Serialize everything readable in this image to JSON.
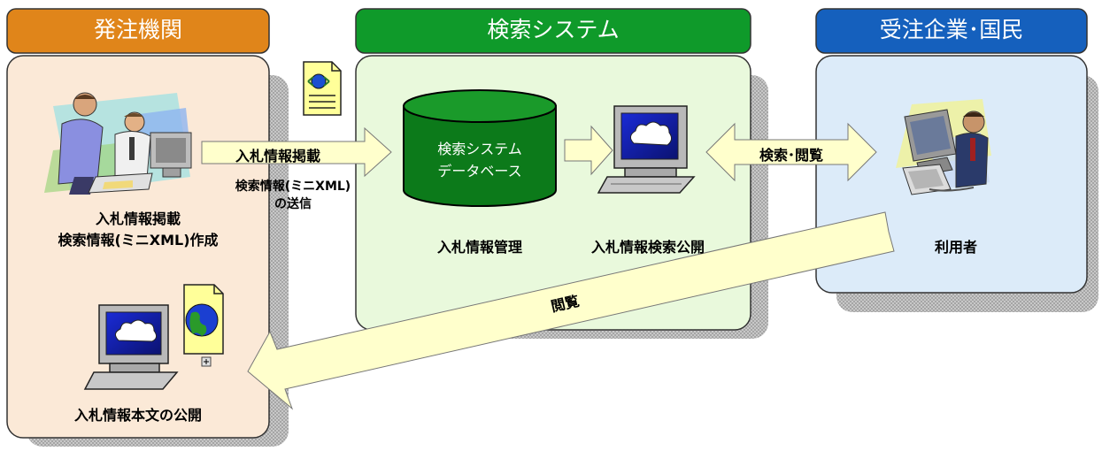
{
  "panels": {
    "ordering": {
      "header": "発注機関",
      "header_color": "#e0851a",
      "bg_color": "#fbe9d7",
      "task_line1": "入札情報掲載",
      "task_line2": "検索情報(ミニXML)作成",
      "publish_label": "入札情報本文の公開"
    },
    "search": {
      "header": "検索システム",
      "header_color": "#0f9a2a",
      "bg_color": "#e9f9dc",
      "db_line1": "検索システム",
      "db_line2": "データベース",
      "db_color": "#0c7a1a",
      "manage_label": "入札情報管理",
      "publish_label": "入札情報検索公開"
    },
    "users": {
      "header": "受注企業･国民",
      "header_color": "#1560bd",
      "bg_color": "#dcebf9",
      "user_label": "利用者"
    }
  },
  "arrows": {
    "post_label": "入札情報掲載",
    "send_line1": "検索情報(ミニXML)",
    "send_line2": "の送信",
    "browse_search_label": "検索･閲覧",
    "browse_label": "閲覧",
    "arrow_fill": "#ffffcc"
  }
}
